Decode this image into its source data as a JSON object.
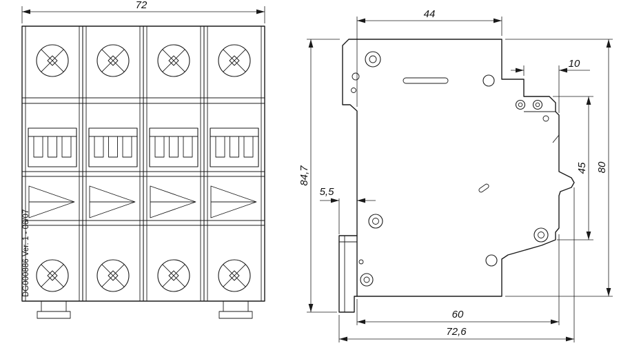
{
  "front_view": {
    "width_dim": "72",
    "part_label": "DG000886 Ver. 1 - 06/07"
  },
  "side_view": {
    "top_width_dim": "44",
    "step_depth_dim": "10",
    "total_height_dim": "84,7",
    "rail_clip_dim": "5,5",
    "front_height_dim": "45",
    "body_height_dim": "80",
    "mounting_depth_dim": "60",
    "total_depth_dim": "72,6"
  }
}
